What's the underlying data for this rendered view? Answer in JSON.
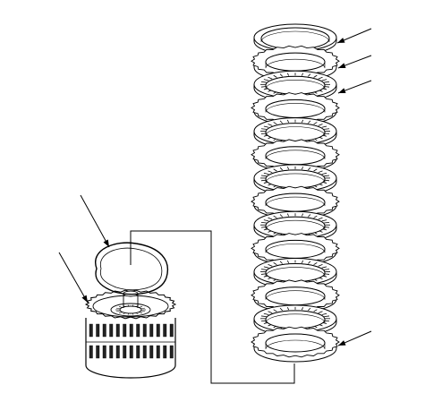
{
  "figure": {
    "background": "#ffffff",
    "line_color": "#000000",
    "has_text": false
  },
  "clutch_pack": {
    "plate_sequence": [
      "retaining-snap-ring",
      "pressure-plate",
      "friction-disc",
      "steel-plate",
      "friction-disc",
      "steel-plate",
      "friction-disc",
      "steel-plate",
      "friction-disc",
      "steel-plate",
      "friction-disc",
      "steel-plate",
      "friction-disc",
      "end-plate"
    ],
    "callout_count": 4
  },
  "drum_assembly": {
    "parts": [
      "clutch-drum",
      "drum-snap-ring"
    ],
    "callout_count": 2
  },
  "connector": "assembly-bracket-line"
}
